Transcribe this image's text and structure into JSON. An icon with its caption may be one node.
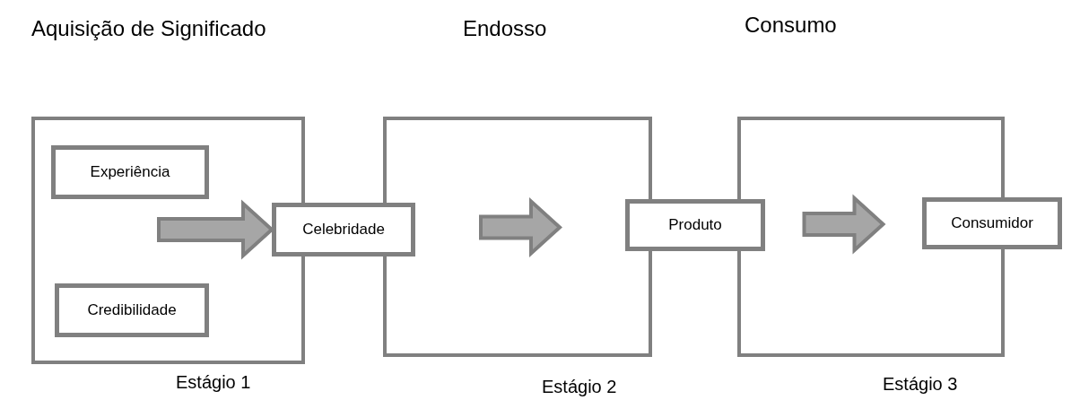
{
  "diagram": {
    "nodes": [
      {
        "text": [],
        "shape": "box"
      },
      {
        "text": [
          "Experiência"
        ],
        "in": 0
      },
      {
        "text": [
          "Credibilidade"
        ],
        "in": 0
      },
      {
        "text": [
          "Celebridade"
        ]
      },
      {
        "text": [],
        "shape": "box"
      },
      {
        "text": [
          "Produto"
        ]
      },
      {
        "text": [],
        "shape": "box"
      },
      {
        "text": [
          "Consumidor"
        ]
      }
    ],
    "edges": [
      {
        "from": null,
        "to": 3,
        "arrow": "to",
        "style": "thick"
      },
      {
        "from": 3,
        "to": 5,
        "arrow": "to",
        "style": "thick"
      },
      {
        "from": 5,
        "to": 7,
        "arrow": "to",
        "style": "thick"
      }
    ],
    "labels": [
      "Aquisição de Significado",
      "Endosso",
      "Consumo",
      "Estágio 1",
      "Estágio 2",
      "Estágio 3"
    ]
  }
}
